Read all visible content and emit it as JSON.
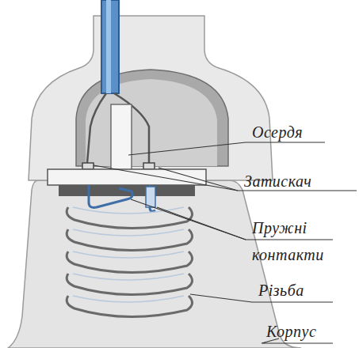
{
  "diagram": {
    "labels": [
      "Осердя",
      "Затискач",
      "Пружні контакти",
      "Різьба",
      "Корпус"
    ]
  }
}
